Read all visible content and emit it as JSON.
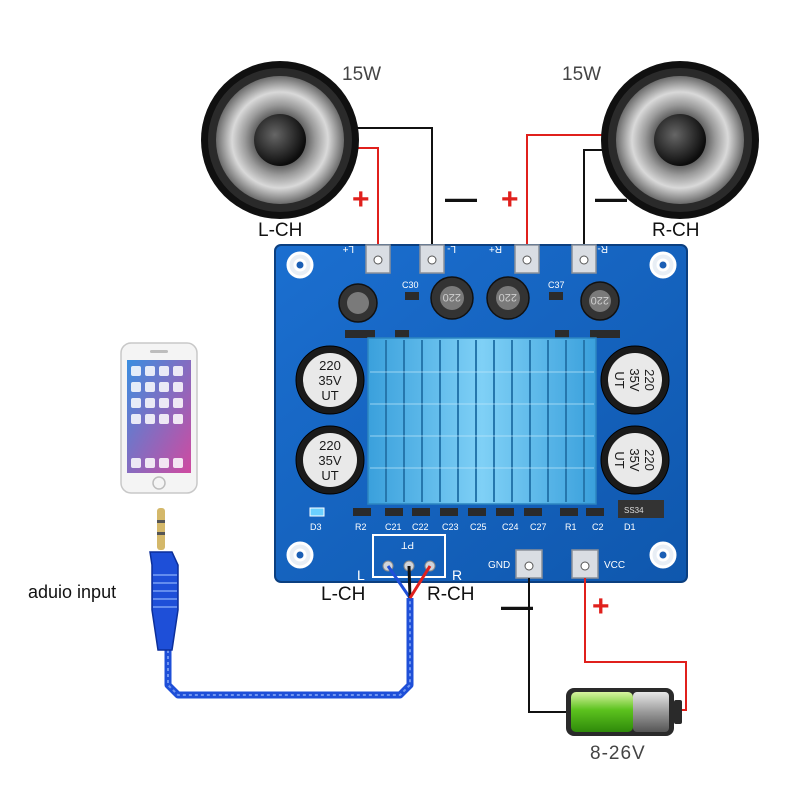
{
  "labels": {
    "left_watt": "15W",
    "right_watt": "15W",
    "left_channel": "L-CH",
    "right_channel": "R-CH",
    "input_left_channel": "L-CH",
    "input_right_channel": "R-CH",
    "audio_input": "aduio input",
    "battery_voltage": "8-26V",
    "plus": "+",
    "minus": "—"
  },
  "board": {
    "terminals": [
      "L+",
      "L-",
      "R+",
      "R-"
    ],
    "power_terminals": [
      "GND",
      "VCC"
    ],
    "input_header": [
      "L",
      "R"
    ],
    "input_header_mark": "PT",
    "capacitor_text": [
      "220",
      "35V",
      "UT"
    ],
    "inductor_text": "220",
    "components": [
      "C30",
      "C37",
      "R2",
      "C21",
      "C22",
      "C23",
      "C25",
      "C24",
      "C27",
      "R1",
      "C2",
      "D3",
      "D1",
      "SS34"
    ]
  },
  "colors": {
    "board": "#1565c0",
    "heatsink": "#4fb3e8",
    "positive_wire": "#e0201c",
    "negative_wire": "#111111",
    "cable": "#1e4fd8",
    "battery_charge": "#5cc21e"
  }
}
